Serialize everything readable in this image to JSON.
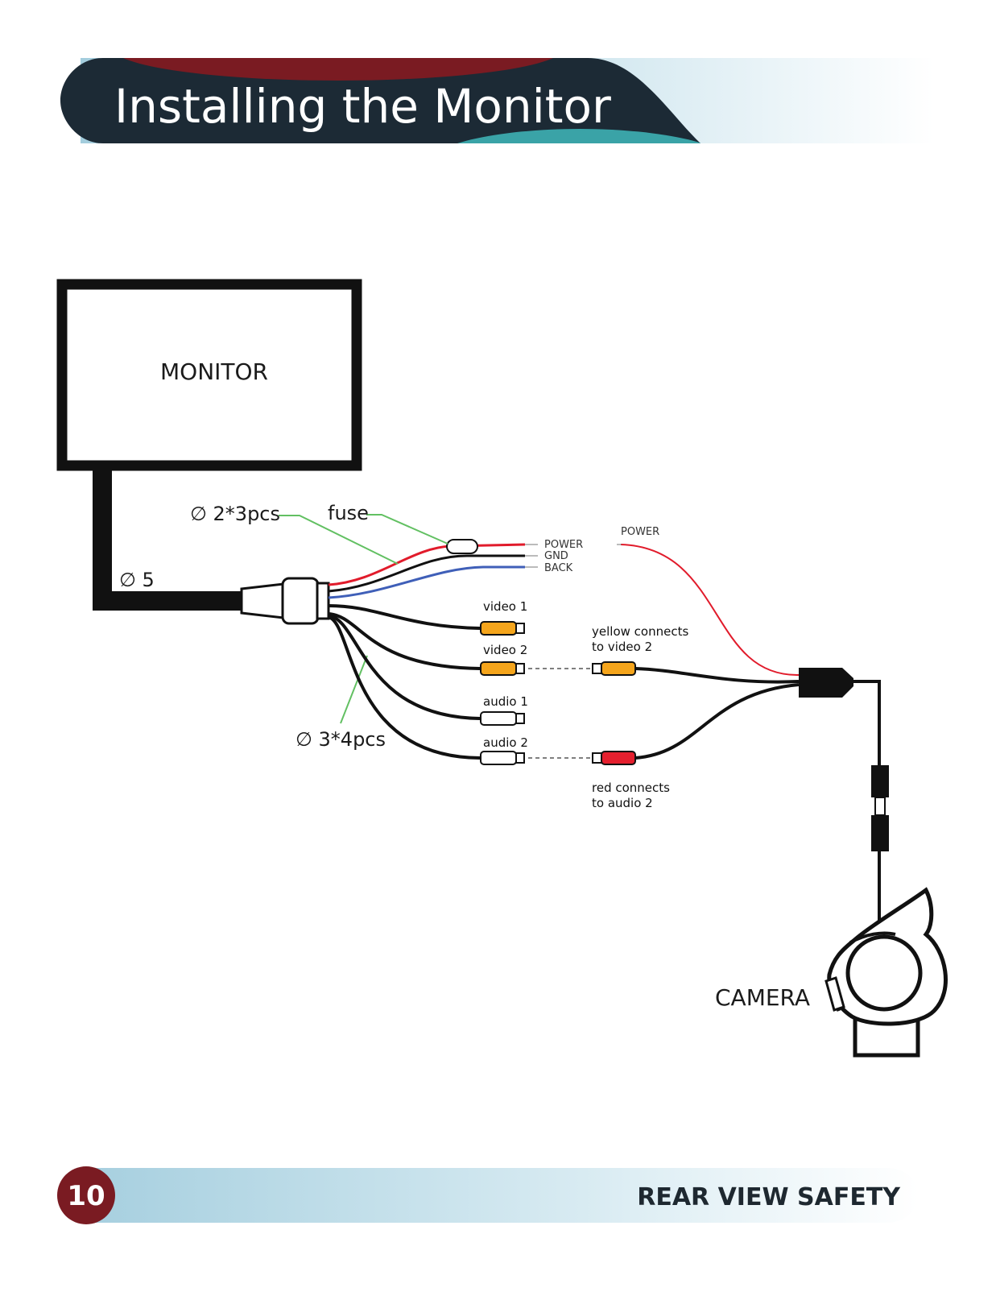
{
  "header": {
    "title": "Installing the Monitor"
  },
  "diagram": {
    "monitor_label": "MONITOR",
    "camera_label": "CAMERA",
    "main_cable_label": "∅ 5",
    "thin_wires_label": "∅ 2*3pcs",
    "fuse_label": "fuse",
    "rca_cables_label": "∅ 3*4pcs",
    "wire_power_label": "POWER",
    "wire_gnd_label": "GND",
    "wire_back_label": "BACK",
    "camera_power_label": "POWER",
    "video1_label": "video 1",
    "video2_label": "video 2",
    "audio1_label": "audio 1",
    "audio2_label": "audio 2",
    "yellow_note_line1": "yellow connects",
    "yellow_note_line2": "to video 2",
    "red_note_line1": "red connects",
    "red_note_line2": "to audio 2"
  },
  "footer": {
    "page_number": "10",
    "brand": "REAR VIEW SAFETY"
  },
  "colors": {
    "header_dark": "#1c2a35",
    "header_maroon": "#7a1b22",
    "header_teal": "#3aa3a7",
    "band_blue": "#9fcadb",
    "wire_red": "#e11b2b",
    "wire_blue": "#3f5fb8",
    "rca_yellow": "#f5a51c",
    "rca_red": "#e41f2e",
    "leader_green": "#62c062",
    "page_badge": "#7a1b22"
  }
}
